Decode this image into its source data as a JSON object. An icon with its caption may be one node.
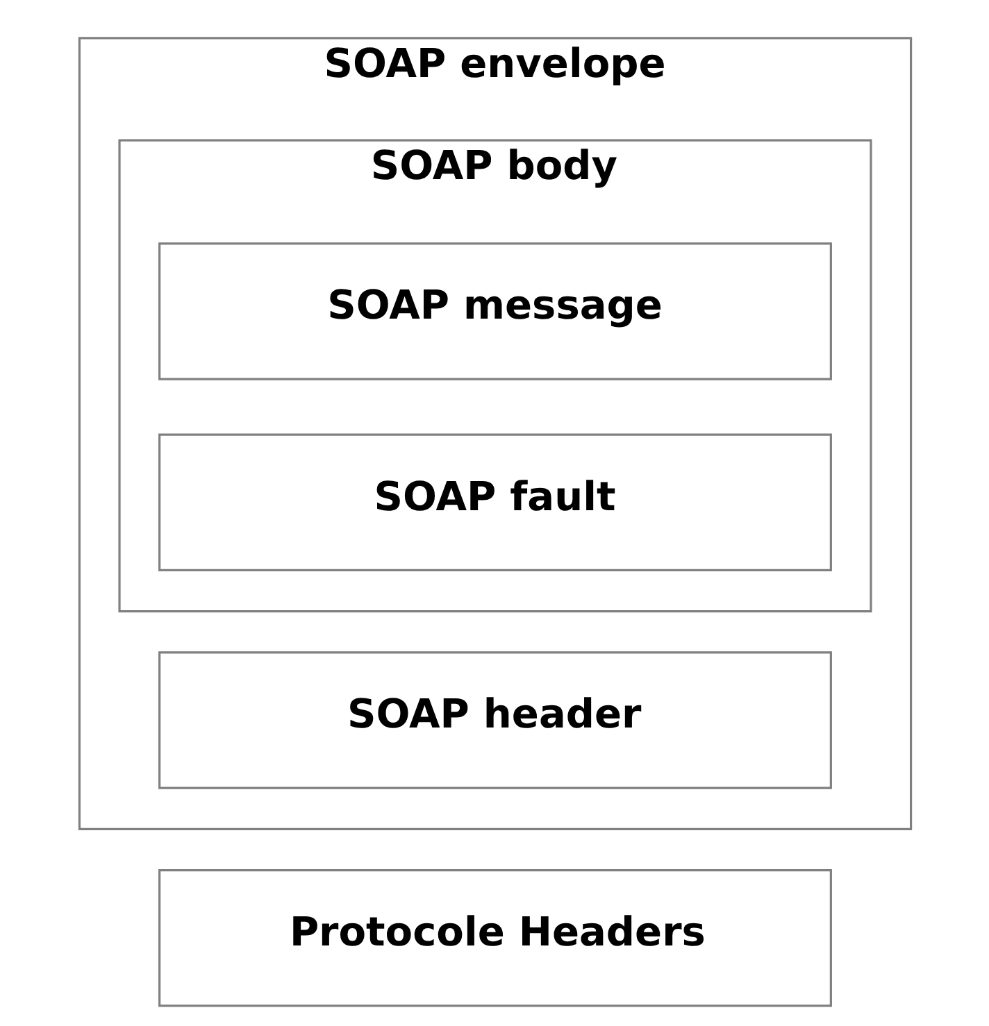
{
  "diagram": {
    "nodes": [
      {
        "text": [
          "Protocole Headers"
        ]
      },
      {
        "text": [
          "SOAP envelope"
        ]
      },
      {
        "text": [
          "SOAP header"
        ],
        "in": 1
      },
      {
        "text": [
          "SOAP body"
        ],
        "in": 1
      },
      {
        "text": [
          "SOAP message"
        ],
        "in": 3
      },
      {
        "text": [
          "SOAP fault"
        ],
        "in": 3
      }
    ],
    "edges": []
  }
}
